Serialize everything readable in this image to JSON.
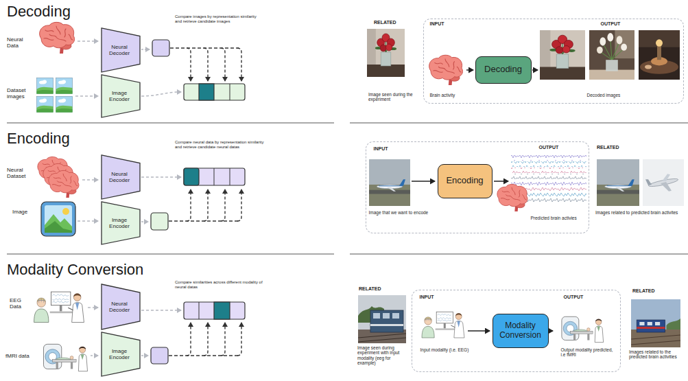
{
  "diagram": {
    "nodes": [
      {
        "text": [
          "Neural Decoder"
        ]
      },
      {
        "text": [
          "Image Encoder"
        ]
      },
      {
        "text": [
          "INPUT",
          "OUTPUT",
          "Brain activity",
          "Decoded images"
        ]
      },
      {
        "text": [
          "Decoding"
        ],
        "in": 2
      },
      {
        "text": [
          "Neural Decoder"
        ]
      },
      {
        "text": [
          "Image Encoder"
        ]
      },
      {
        "text": [
          "INPUT",
          "OUTPUT",
          "Image that we want to encode",
          "Predicted brain activies"
        ]
      },
      {
        "text": [
          "Encoding"
        ],
        "in": 6
      },
      {
        "text": [
          "Neural Decoder"
        ]
      },
      {
        "text": [
          "Image Encoder"
        ]
      },
      {
        "text": [
          "INPUT",
          "OUTPUT",
          "Input modality (i.e. EEG)",
          "Output modality predicted, i.e fMRI"
        ]
      },
      {
        "text": [
          "Modality Conversion"
        ],
        "in": 10
      }
    ],
    "labels": [
      "Decoding",
      "Neural Data",
      "Dataset images",
      "Compare images by representation similarity and retrieve candidate images",
      "RELATED",
      "Image seen during the experiment",
      "Encoding",
      "Neural Dataset",
      "Image",
      "Compare neural data by representation similarity and retrieve candidate neural datas",
      "RELATED",
      "Images related to predicted brain activites",
      "Modality Conversion",
      "EEG Data",
      "fMRI data",
      "Compare similarities across different modality of neural datas",
      "RELATED",
      "Image seen during experiment with input modality (eeg for example)",
      "RELATED",
      "Images related to the predicted brain activities"
    ]
  }
}
